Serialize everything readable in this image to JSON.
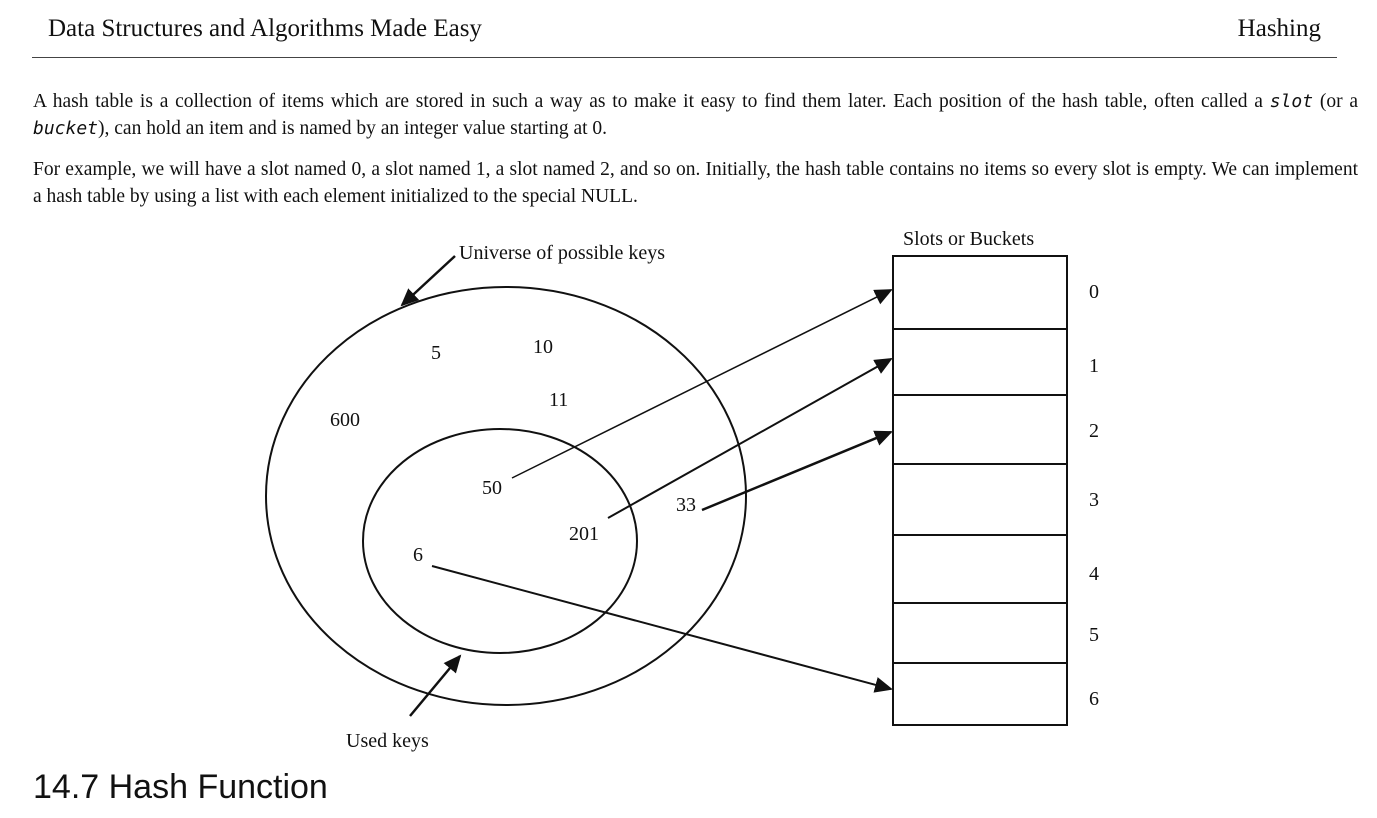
{
  "header": {
    "book_title": "Data Structures and Algorithms Made Easy",
    "chapter": "Hashing"
  },
  "body": {
    "p1_a": "A hash table is a collection of items which are stored in such a way as to make it easy to find them later. Each position of the hash table, often called a ",
    "p1_slot": "slot",
    "p1_b": " (or a ",
    "p1_bucket": "bucket",
    "p1_c": "), can hold an item and is named by an integer value starting at 0.",
    "p2": "For example, we will have a slot named 0, a slot named 1, a slot named 2, and so on. Initially, the hash table contains no items so every slot is empty. We can implement a hash table by using a list with each element initialized to the special NULL."
  },
  "diagram": {
    "universe_label": "Universe of possible keys",
    "used_label": "Used keys",
    "slots_label": "Slots or Buckets",
    "universe_keys": [
      "5",
      "10",
      "11",
      "600",
      "33"
    ],
    "used_keys": [
      "50",
      "201",
      "6"
    ],
    "slot_indices": [
      "0",
      "1",
      "2",
      "3",
      "4",
      "5",
      "6"
    ],
    "mappings": [
      {
        "key": "50",
        "slot": "0"
      },
      {
        "key": "201",
        "slot": "1"
      },
      {
        "key": "33",
        "slot": "2"
      },
      {
        "key": "6",
        "slot": "6"
      }
    ]
  },
  "section": {
    "title": "14.7 Hash Function"
  }
}
